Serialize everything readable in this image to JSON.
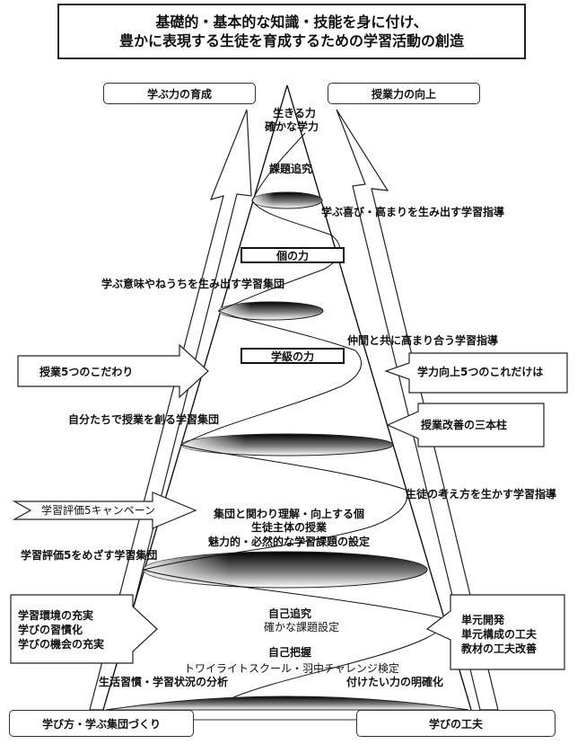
{
  "title": {
    "line1": "基礎的・基本的な知識・技能を身に付け、",
    "line2": "豊かに表現する生徒を育成するための学習活動の創造"
  },
  "top_boxes": {
    "left": "学ぶ力の育成",
    "right": "授業力の向上"
  },
  "bottom_boxes": {
    "left": "学び方・学ぶ集団づくり",
    "right": "学びの工夫"
  },
  "apex": {
    "line1": "生きる力",
    "line2": "確かな学力"
  },
  "levels": {
    "individual_power": "個の力",
    "class_power": "学級の力"
  },
  "spiral_labels": {
    "inquiry": "課題追究",
    "joy_guidance": "学ぶ喜び・高まりを生み出す学習指導",
    "meaning_group": "学ぶ意味やねうちを生み出す学習集団",
    "peers_guidance": "仲間と共に高まり合う学習指導",
    "create_group": "自分たちで授業を創る学習集団",
    "student_ideas_guidance": "生徒の考え方を生かす学習指導",
    "eval5_group": "学習評価5をめざす学習集団"
  },
  "center_text": {
    "group_individual": "集団と関わり理解・向上する個",
    "student_led": "生徒主体の授業",
    "attractive_tasks": "魅力的・必然的な学習課題の設定",
    "self_inquiry": "自己追究",
    "firm_task": "確かな課題設定",
    "self_grasp": "自己把握",
    "twilight": "トワイライトスクール・羽中チャレンジ検定",
    "life_analysis": "生活習慣・学習状況の分析",
    "clarify_skills": "付けたい力の明確化"
  },
  "side_arrows": {
    "lesson5": "授業5つのこだわり",
    "eval_campaign": "学習評価5キャンペーン",
    "env": [
      "学習環境の充実",
      "学びの習慣化",
      "学びの機会の充実"
    ],
    "ability5": "学力向上5つのこれだけは",
    "three_pillars": "授業改善の三本柱",
    "unit": [
      "単元開発",
      "単元構成の工夫",
      "教材の工夫改善"
    ]
  }
}
